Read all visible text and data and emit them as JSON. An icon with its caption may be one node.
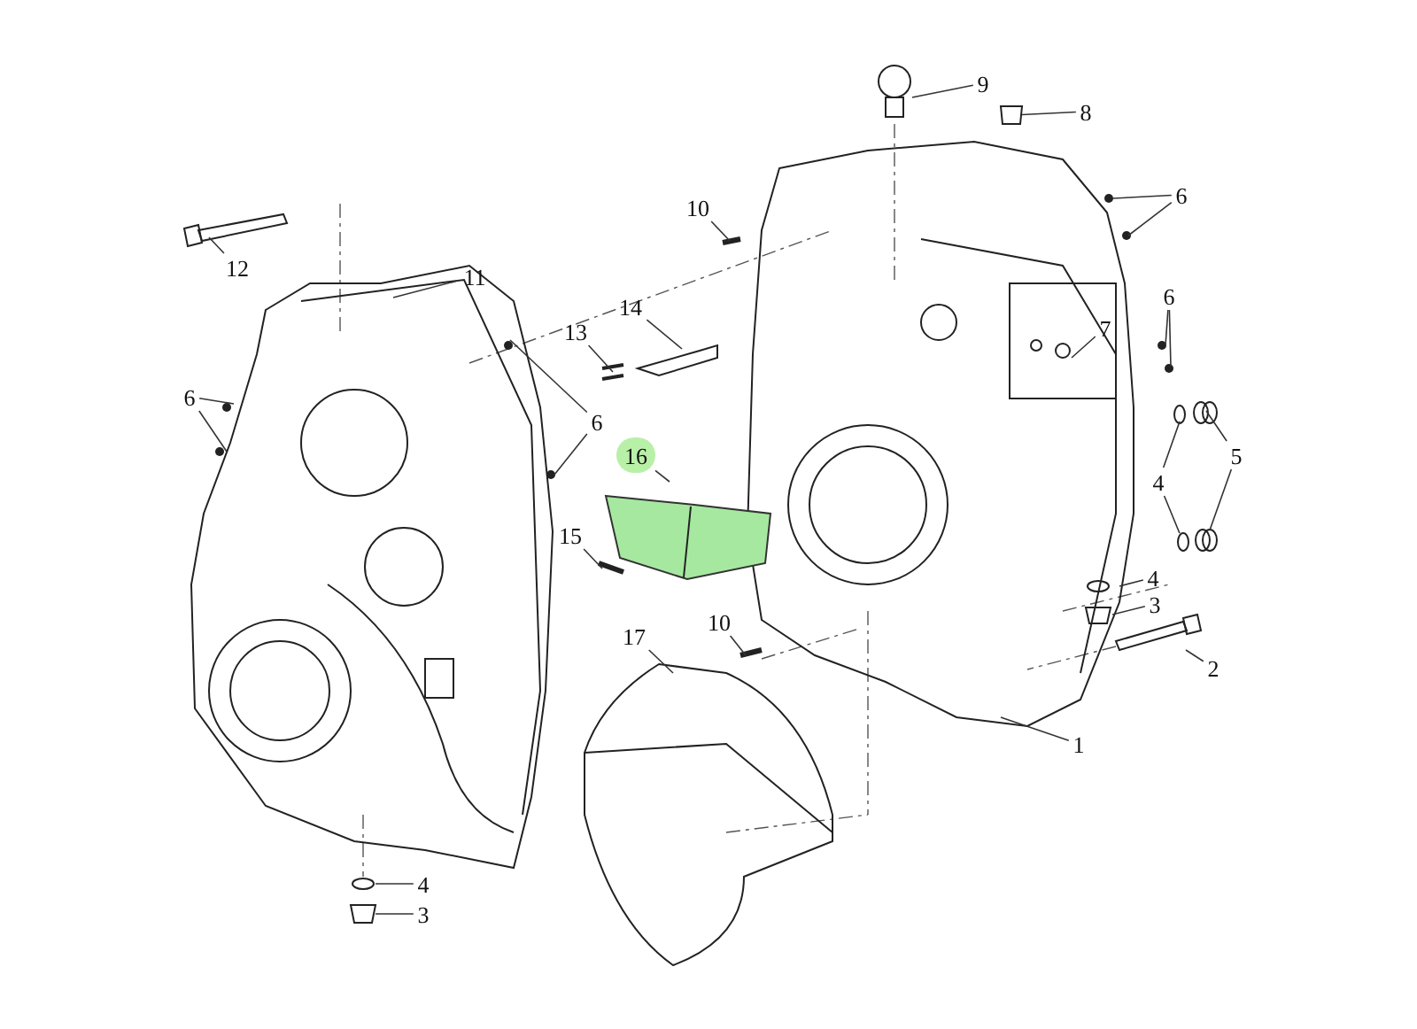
{
  "diagram": {
    "nodes": [
      {
        "text": [
          "9"
        ]
      },
      {
        "text": [
          "8"
        ]
      },
      {
        "text": [
          "6"
        ]
      },
      {
        "text": [
          "10"
        ]
      },
      {
        "text": [
          "12"
        ]
      },
      {
        "text": [
          "11"
        ]
      },
      {
        "text": [
          "14"
        ]
      },
      {
        "text": [
          "6"
        ]
      },
      {
        "text": [
          "7"
        ]
      },
      {
        "text": [
          "13"
        ]
      },
      {
        "text": [
          "6"
        ]
      },
      {
        "text": [
          "6"
        ]
      },
      {
        "text": [
          "16"
        ]
      },
      {
        "text": [
          "5"
        ]
      },
      {
        "text": [
          "4"
        ]
      },
      {
        "text": [
          "15"
        ]
      },
      {
        "text": [
          "4"
        ]
      },
      {
        "text": [
          "3"
        ]
      },
      {
        "text": [
          "17"
        ]
      },
      {
        "text": [
          "10"
        ]
      },
      {
        "text": [
          "2"
        ]
      },
      {
        "text": [
          "1"
        ]
      },
      {
        "text": [
          "4"
        ]
      },
      {
        "text": [
          "3"
        ]
      },
      {
        "text": [],
        "shape": "box"
      },
      {
        "text": [],
        "shape": "circle"
      },
      {
        "text": [],
        "shape": "bar"
      },
      {
        "text": [],
        "shape": "circle"
      }
    ],
    "edges": [
      {
        "from": 0,
        "to": null,
        "arrow": "none"
      },
      {
        "from": 1,
        "to": 24,
        "arrow": "none"
      },
      {
        "from": 2,
        "to": null,
        "arrow": "none"
      },
      {
        "from": 2,
        "to": null,
        "arrow": "none"
      },
      {
        "from": 3,
        "to": null,
        "arrow": "none"
      },
      {
        "from": 4,
        "to": null,
        "arrow": "none"
      },
      {
        "from": 5,
        "to": null,
        "arrow": "none"
      },
      {
        "from": 6,
        "to": null,
        "arrow": "none"
      },
      {
        "from": 7,
        "to": null,
        "arrow": "none"
      },
      {
        "from": 7,
        "to": null,
        "arrow": "none"
      },
      {
        "from": 8,
        "to": null,
        "arrow": "none"
      },
      {
        "from": 9,
        "to": null,
        "arrow": "none"
      },
      {
        "from": 10,
        "to": null,
        "arrow": "none"
      },
      {
        "from": 10,
        "to": null,
        "arrow": "none"
      },
      {
        "from": 11,
        "to": null,
        "arrow": "none"
      },
      {
        "from": 11,
        "to": null,
        "arrow": "none"
      },
      {
        "from": 12,
        "to": null,
        "arrow": "none"
      },
      {
        "from": 13,
        "to": null,
        "arrow": "none"
      },
      {
        "from": 13,
        "to": 27,
        "arrow": "none"
      },
      {
        "from": 14,
        "to": null,
        "arrow": "none"
      },
      {
        "from": 14,
        "to": 25,
        "arrow": "none"
      },
      {
        "from": 15,
        "to": null,
        "arrow": "none"
      },
      {
        "from": 16,
        "to": null,
        "arrow": "none"
      },
      {
        "from": 17,
        "to": null,
        "arrow": "none"
      },
      {
        "from": 18,
        "to": null,
        "arrow": "none"
      },
      {
        "from": 19,
        "to": null,
        "arrow": "none"
      },
      {
        "from": 20,
        "to": 26,
        "arrow": "none"
      },
      {
        "from": 21,
        "to": null,
        "arrow": "none"
      },
      {
        "from": 22,
        "to": null,
        "arrow": "none"
      },
      {
        "from": 23,
        "to": null,
        "arrow": "none"
      }
    ]
  }
}
